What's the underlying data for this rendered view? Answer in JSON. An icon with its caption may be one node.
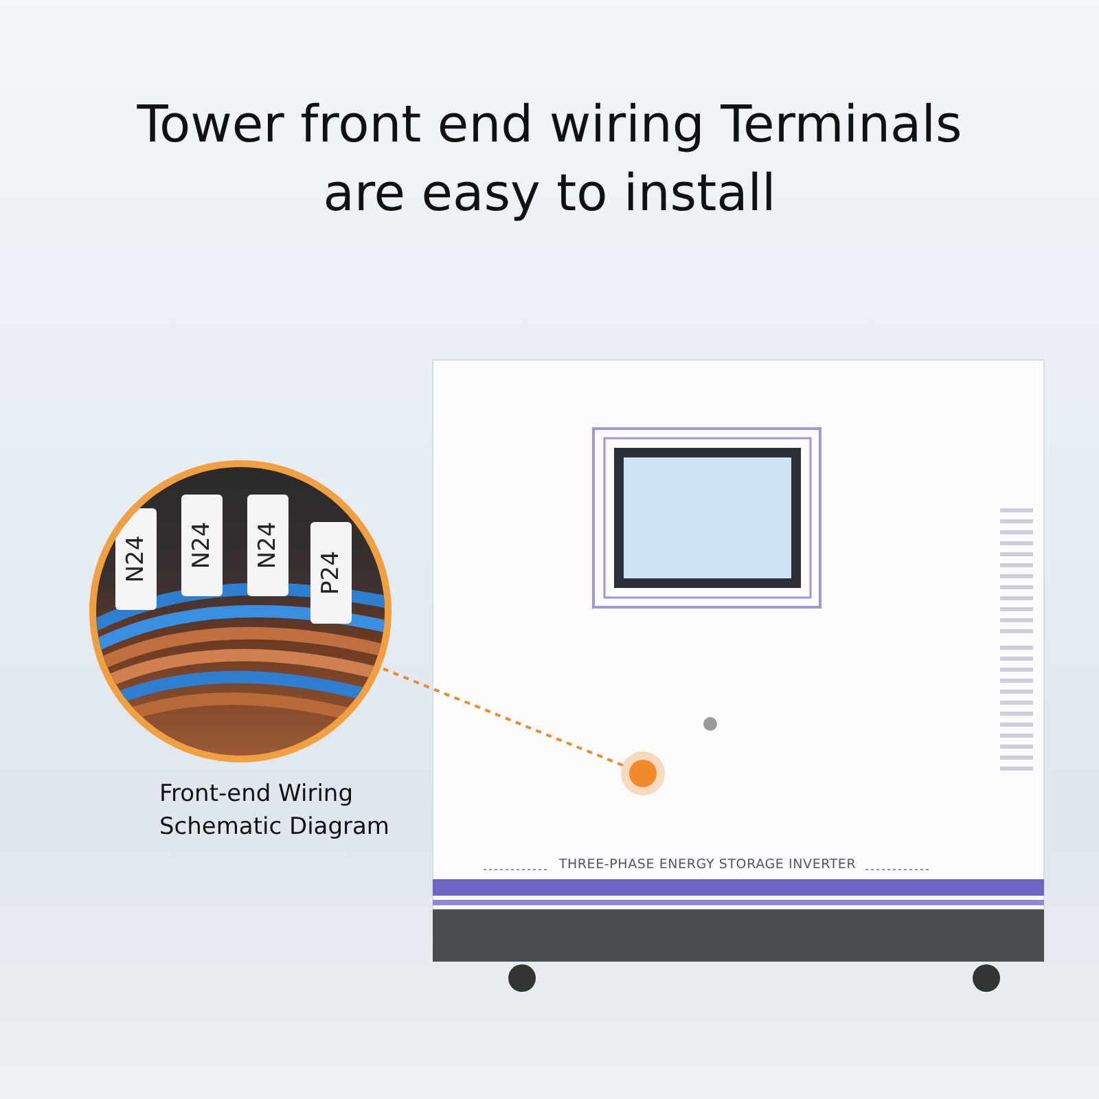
{
  "diagram": {
    "title": "Tower front end wiring Terminals are easy to install",
    "nodes": [
      {
        "text": [],
        "shape": "picture",
        "beside": [
          "Front-end Wiring Schematic Diagram"
        ]
      },
      {
        "text": [],
        "shape": "circle"
      }
    ],
    "edges": [
      {
        "from": 0,
        "to": 1,
        "arrow": "none",
        "style": "dashed"
      }
    ],
    "labels": [
      "N24",
      "N24",
      "N24",
      "P24",
      "THREE-PHASE ENERGY STORAGE INVERTER"
    ]
  }
}
